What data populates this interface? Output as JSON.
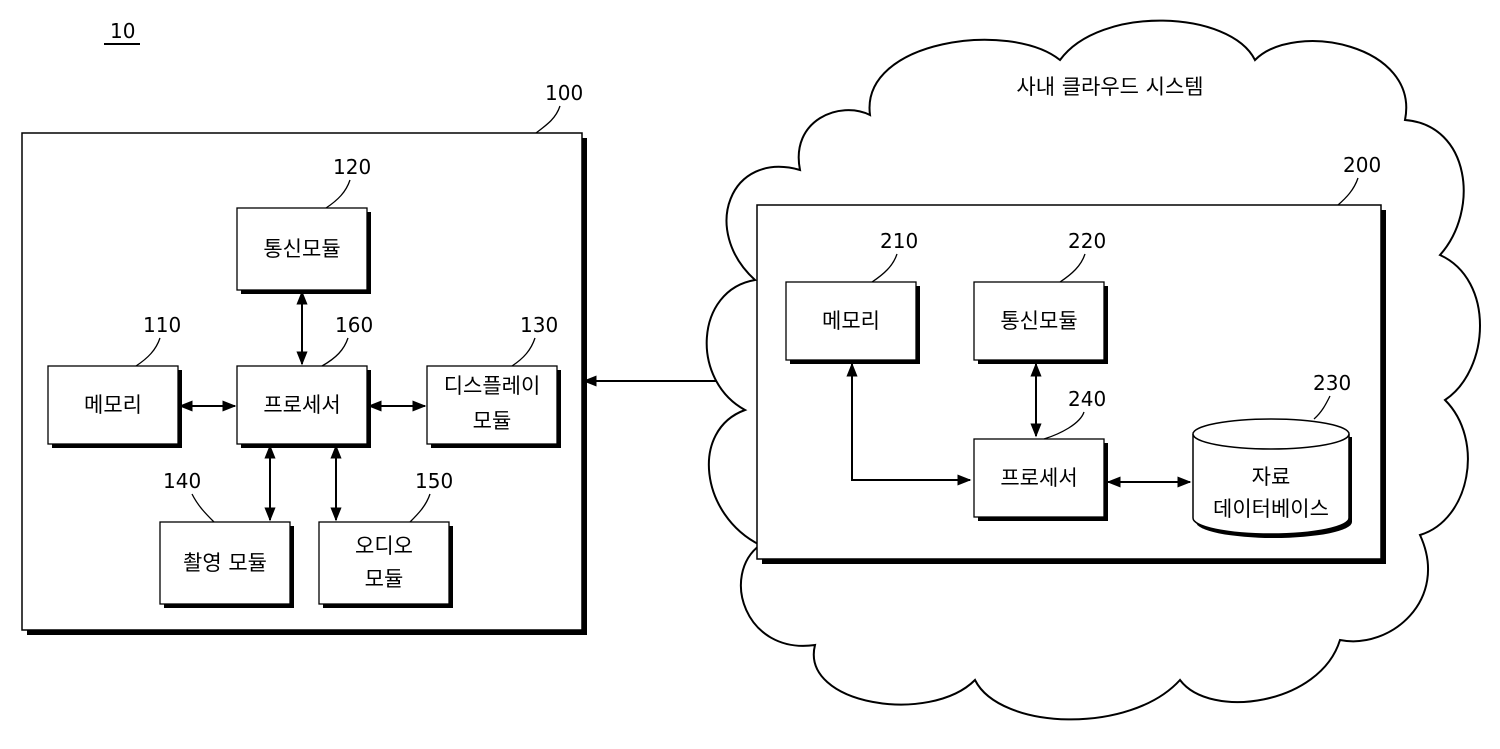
{
  "figure_number": "10",
  "device": {
    "ref": "100",
    "modules": {
      "memory": {
        "ref": "110",
        "lines": [
          "메모리"
        ]
      },
      "communication": {
        "ref": "120",
        "lines": [
          "통신모듈"
        ]
      },
      "display": {
        "ref": "130",
        "lines": [
          "디스플레이",
          "모듈"
        ]
      },
      "camera": {
        "ref": "140",
        "lines": [
          "촬영 모듈"
        ]
      },
      "audio": {
        "ref": "150",
        "lines": [
          "오디오",
          "모듈"
        ]
      },
      "processor": {
        "ref": "160",
        "lines": [
          "프로세서"
        ]
      }
    }
  },
  "cloud": {
    "title": "사내 클라우드 시스템",
    "server": {
      "ref": "200",
      "modules": {
        "memory": {
          "ref": "210",
          "lines": [
            "메모리"
          ]
        },
        "communication": {
          "ref": "220",
          "lines": [
            "통신모듈"
          ]
        },
        "database": {
          "ref": "230",
          "lines": [
            "자료",
            "데이터베이스"
          ]
        },
        "processor": {
          "ref": "240",
          "lines": [
            "프로세서"
          ]
        }
      }
    }
  },
  "colors": {
    "stroke": "#000000",
    "shadow": "#000000",
    "fill": "#ffffff"
  }
}
